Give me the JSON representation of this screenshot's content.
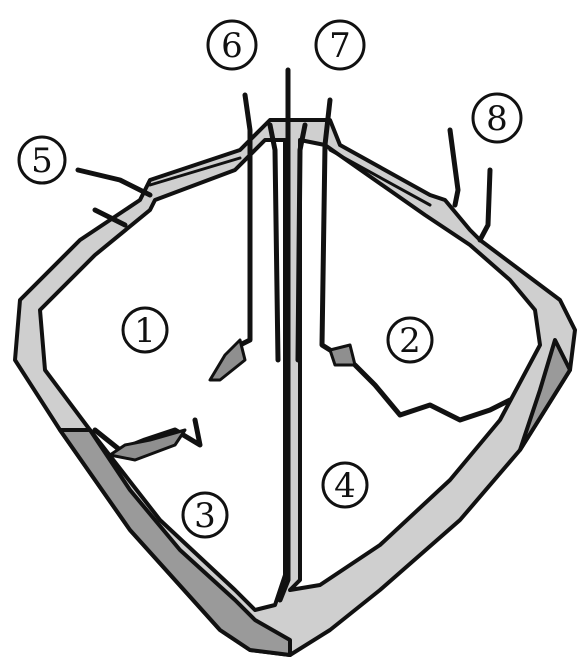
{
  "diagram": {
    "colors": {
      "ink": "#111111",
      "wall": "#cfcfcf",
      "wall_shade": "#9a9a9a",
      "background": "#ffffff"
    },
    "labels": [
      {
        "id": "1",
        "text": "1"
      },
      {
        "id": "2",
        "text": "2"
      },
      {
        "id": "3",
        "text": "3"
      },
      {
        "id": "4",
        "text": "4"
      },
      {
        "id": "5",
        "text": "5"
      },
      {
        "id": "6",
        "text": "6"
      },
      {
        "id": "7",
        "text": "7"
      },
      {
        "id": "8",
        "text": "8"
      }
    ]
  }
}
